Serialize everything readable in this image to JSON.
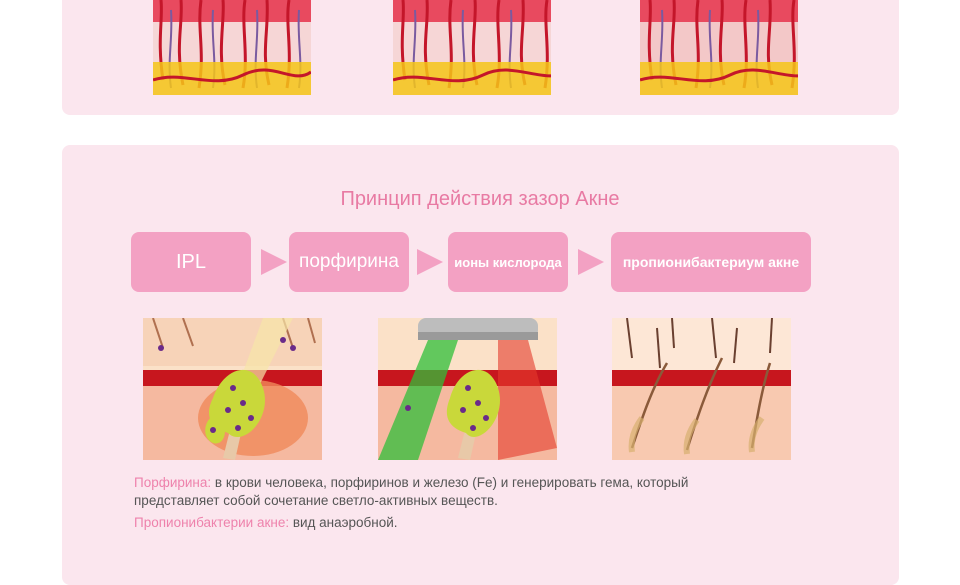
{
  "section": {
    "title": "Принцип действия зазор Акне"
  },
  "steps": [
    {
      "label": "IPL"
    },
    {
      "label": "порфирина"
    },
    {
      "label": "ионы кислорода"
    },
    {
      "label": "пропионибактериум акне"
    }
  ],
  "captions": {
    "line1_term": "Порфирина:",
    "line1_text": " в крови человека, порфиринов и железо (Fe) и генерировать гема, который",
    "line2_text": "представляет собой сочетание светло-активных веществ.",
    "line3_term": "Пропионибактерии акне:",
    "line3_text": " вид анаэробной."
  },
  "colors": {
    "panel": "#fbe6ee",
    "accent": "#f3a1c3",
    "title": "#e87aa3"
  }
}
